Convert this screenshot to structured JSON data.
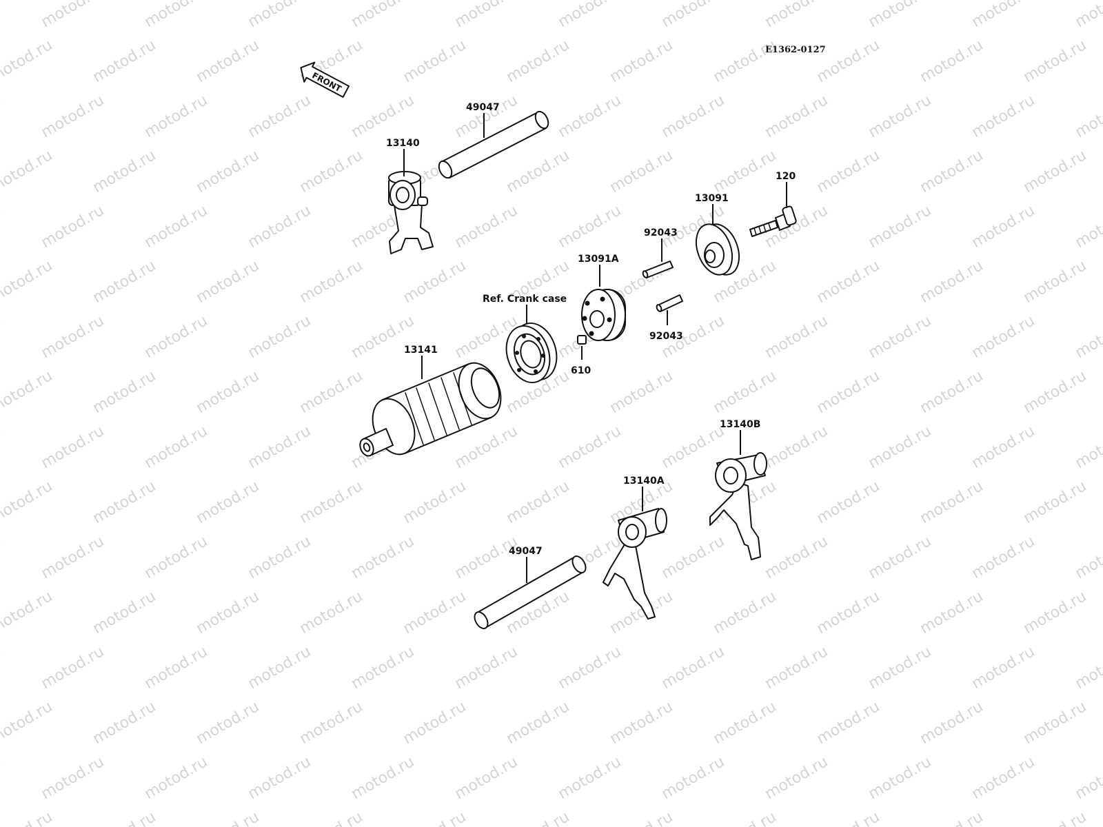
{
  "diagram": {
    "code": "E1362-0127",
    "front_arrow_label": "FRONT",
    "watermark": "motod.ru",
    "callouts": {
      "rod_top": "49047",
      "fork_top": "13140",
      "bolt": "120",
      "cam": "13091",
      "pin_top": "92043",
      "drum_holder": "13091A",
      "crankcase_ref": "Ref. Crank case",
      "pin_bottom": "92043",
      "pin_small": "610",
      "drum": "13141",
      "fork_right": "13140B",
      "fork_mid": "13140A",
      "rod_bottom": "49047"
    }
  }
}
